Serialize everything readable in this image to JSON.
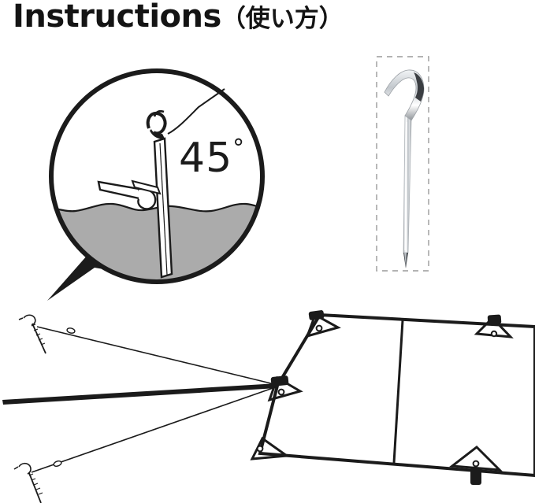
{
  "page": {
    "title_en": "Instructions",
    "title_jp": "（使い方）",
    "background_color": "#ffffff",
    "ink_color": "#1b1b1b",
    "ground_fill_color": "#ababab",
    "metal_color": "#c9cdd1",
    "dashed_border_color": "#9a9a9a"
  },
  "callout": {
    "name": "angle-callout-circle",
    "angle_label": "45",
    "degree_symbol": "°",
    "description_items": [
      "tent-stake",
      "guy-line",
      "ground-surface"
    ]
  },
  "stake_photo": {
    "name": "tent-stake-product-photo",
    "framed": true,
    "frame_style": "dashed"
  },
  "tarp_diagram": {
    "name": "tarp-setup-diagram",
    "parts": [
      "tarp-panel",
      "ridge-pole",
      "guy-line-upper",
      "guy-line-lower",
      "stake-upper-left",
      "stake-lower-left",
      "corner-tab-top-left",
      "corner-tab-mid-left",
      "corner-tab-bottom-left",
      "corner-tab-top-right",
      "corner-tab-bottom-right"
    ]
  }
}
